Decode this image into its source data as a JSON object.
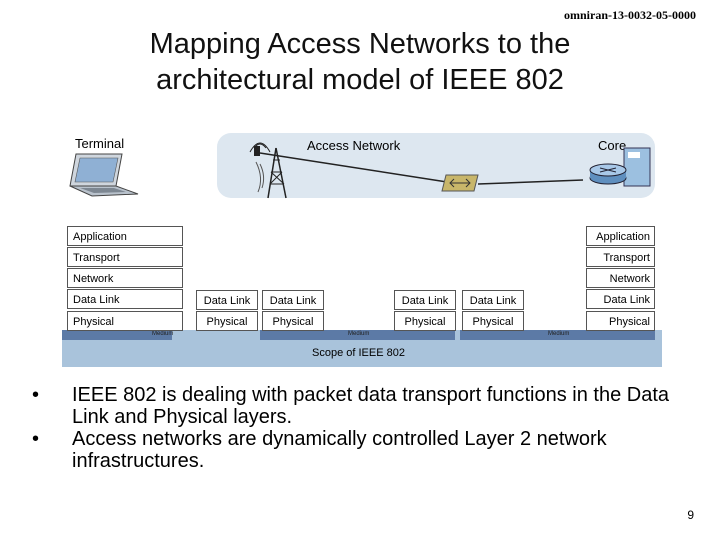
{
  "doc_id": "omniran-13-0032-05-0000",
  "title_line1": "Mapping Access Networks to the",
  "title_line2": "architectural model of IEEE 802",
  "labels": {
    "terminal": "Terminal",
    "access_network": "Access Network",
    "core": "Core",
    "scope": "Scope of IEEE 802",
    "medium": "Medium"
  },
  "left_stack": [
    "Application",
    "Transport",
    "Network",
    "Data Link",
    "Physical"
  ],
  "right_stack": [
    "Application",
    "Transport",
    "Network",
    "Data Link",
    "Physical"
  ],
  "mid_blocks": [
    {
      "data_link": "Data Link",
      "physical": "Physical"
    },
    {
      "data_link": "Data Link",
      "physical": "Physical"
    },
    {
      "data_link": "Data Link",
      "physical": "Physical"
    },
    {
      "data_link": "Data Link",
      "physical": "Physical"
    }
  ],
  "bullets": [
    "IEEE 802 is dealing with packet data transport functions in the Data Link and Physical layers.",
    "Access networks are dynamically controlled Layer 2 network infrastructures."
  ],
  "page_number": "9",
  "colors": {
    "access_bg": "#dde7f0",
    "scope_bg": "#a9c3db",
    "link_stripe": "#5c7aa6"
  }
}
